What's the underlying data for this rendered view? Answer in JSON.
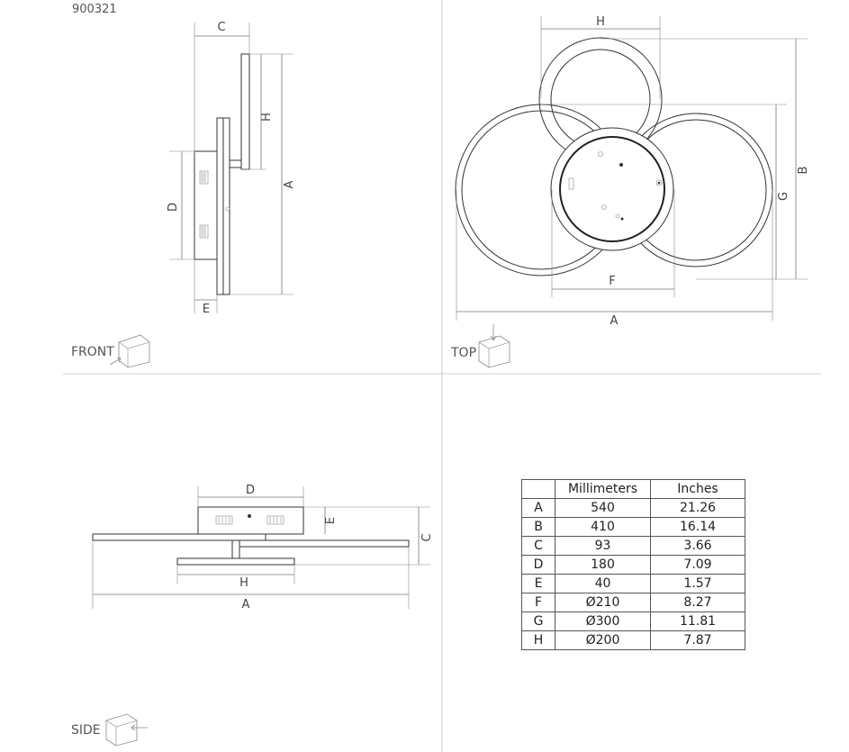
{
  "product_code": "900321",
  "views": {
    "front": "FRONT",
    "top": "TOP",
    "side": "SIDE"
  },
  "dimension_letters": {
    "a": "A",
    "b": "B",
    "c": "C",
    "d": "D",
    "e": "E",
    "f": "F",
    "g": "G",
    "h": "H"
  },
  "table": {
    "headers": [
      "",
      "Millimeters",
      "Inches"
    ],
    "rows": [
      {
        "key": "A",
        "mm": "540",
        "in": "21.26"
      },
      {
        "key": "B",
        "mm": "410",
        "in": "16.14"
      },
      {
        "key": "C",
        "mm": "93",
        "in": "3.66"
      },
      {
        "key": "D",
        "mm": "180",
        "in": "7.09"
      },
      {
        "key": "E",
        "mm": "40",
        "in": "1.57"
      },
      {
        "key": "F",
        "mm": "Ø210",
        "in": "8.27"
      },
      {
        "key": "G",
        "mm": "Ø300",
        "in": "11.81"
      },
      {
        "key": "H",
        "mm": "Ø200",
        "in": "7.87"
      }
    ]
  }
}
